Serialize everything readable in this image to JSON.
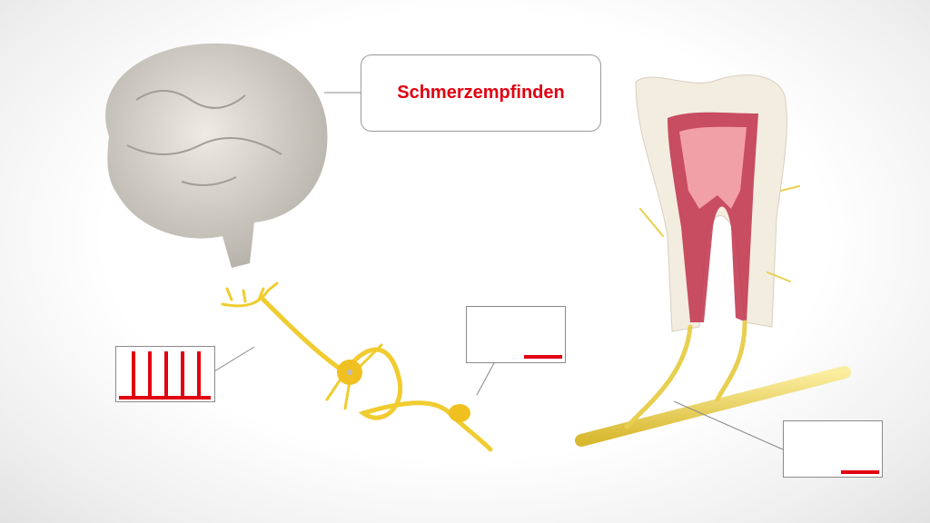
{
  "slide": {
    "label": "Schmerzempfinden",
    "accent_color": "#e00010",
    "nerve_color": "#f2d23c"
  },
  "signals": [
    {
      "name": "high-frequency-spikes",
      "spikes": 5
    },
    {
      "name": "neuron-flat-signal",
      "spikes": 0
    },
    {
      "name": "tooth-nerve-flat-signal",
      "spikes": 0
    }
  ]
}
